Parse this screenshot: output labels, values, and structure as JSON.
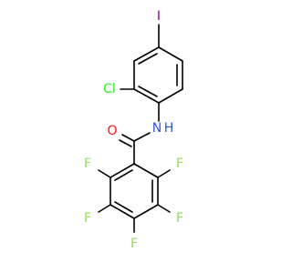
{
  "molecule": {
    "atoms": {
      "iodine": {
        "symbol": "I",
        "color": "#940094"
      },
      "chlorine": {
        "symbol": "Cl",
        "color": "#1FF01F"
      },
      "nitrogen": {
        "symbol": "N",
        "color": "#3050F8"
      },
      "hydrogen": {
        "symbol": "H",
        "color": "#3050F8"
      },
      "oxygen": {
        "symbol": "O",
        "color": "#FF0D0D"
      },
      "fluorine": {
        "symbol": "F",
        "color": "#90E050"
      }
    },
    "bond_color": "#000000",
    "background": "#ffffff"
  }
}
